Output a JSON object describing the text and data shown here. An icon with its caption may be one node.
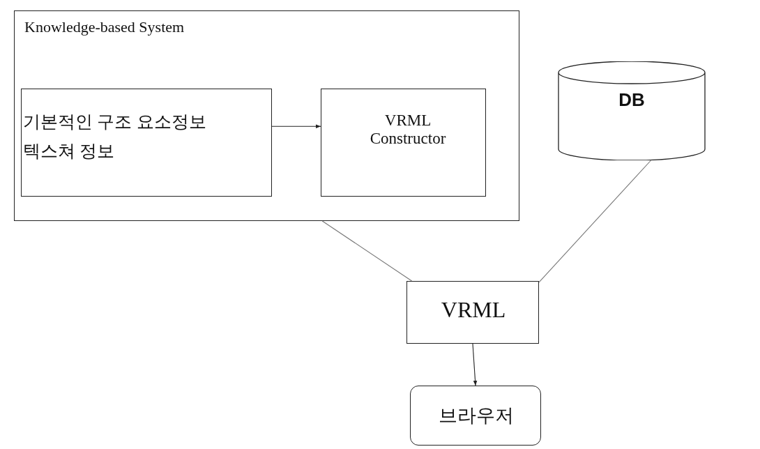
{
  "diagram": {
    "nodes": [
      {
        "text": [
          "Knowledge-based System"
        ]
      },
      {
        "text": [
          "기본적인 구조 요소정보",
          "텍스쳐 정보"
        ],
        "in": 0
      },
      {
        "text": [
          "VRML Constructor"
        ],
        "in": 0
      },
      {
        "text": [
          "DB"
        ]
      },
      {
        "text": [
          "VRML"
        ]
      },
      {
        "text": [
          "브라우저"
        ]
      }
    ],
    "edges": [
      {
        "from": 1,
        "to": 2,
        "arrow": "to"
      },
      {
        "from": 0,
        "to": 4,
        "arrow": "none"
      },
      {
        "from": 3,
        "to": 4,
        "arrow": "none"
      },
      {
        "from": 4,
        "to": 5,
        "arrow": "to"
      }
    ]
  }
}
